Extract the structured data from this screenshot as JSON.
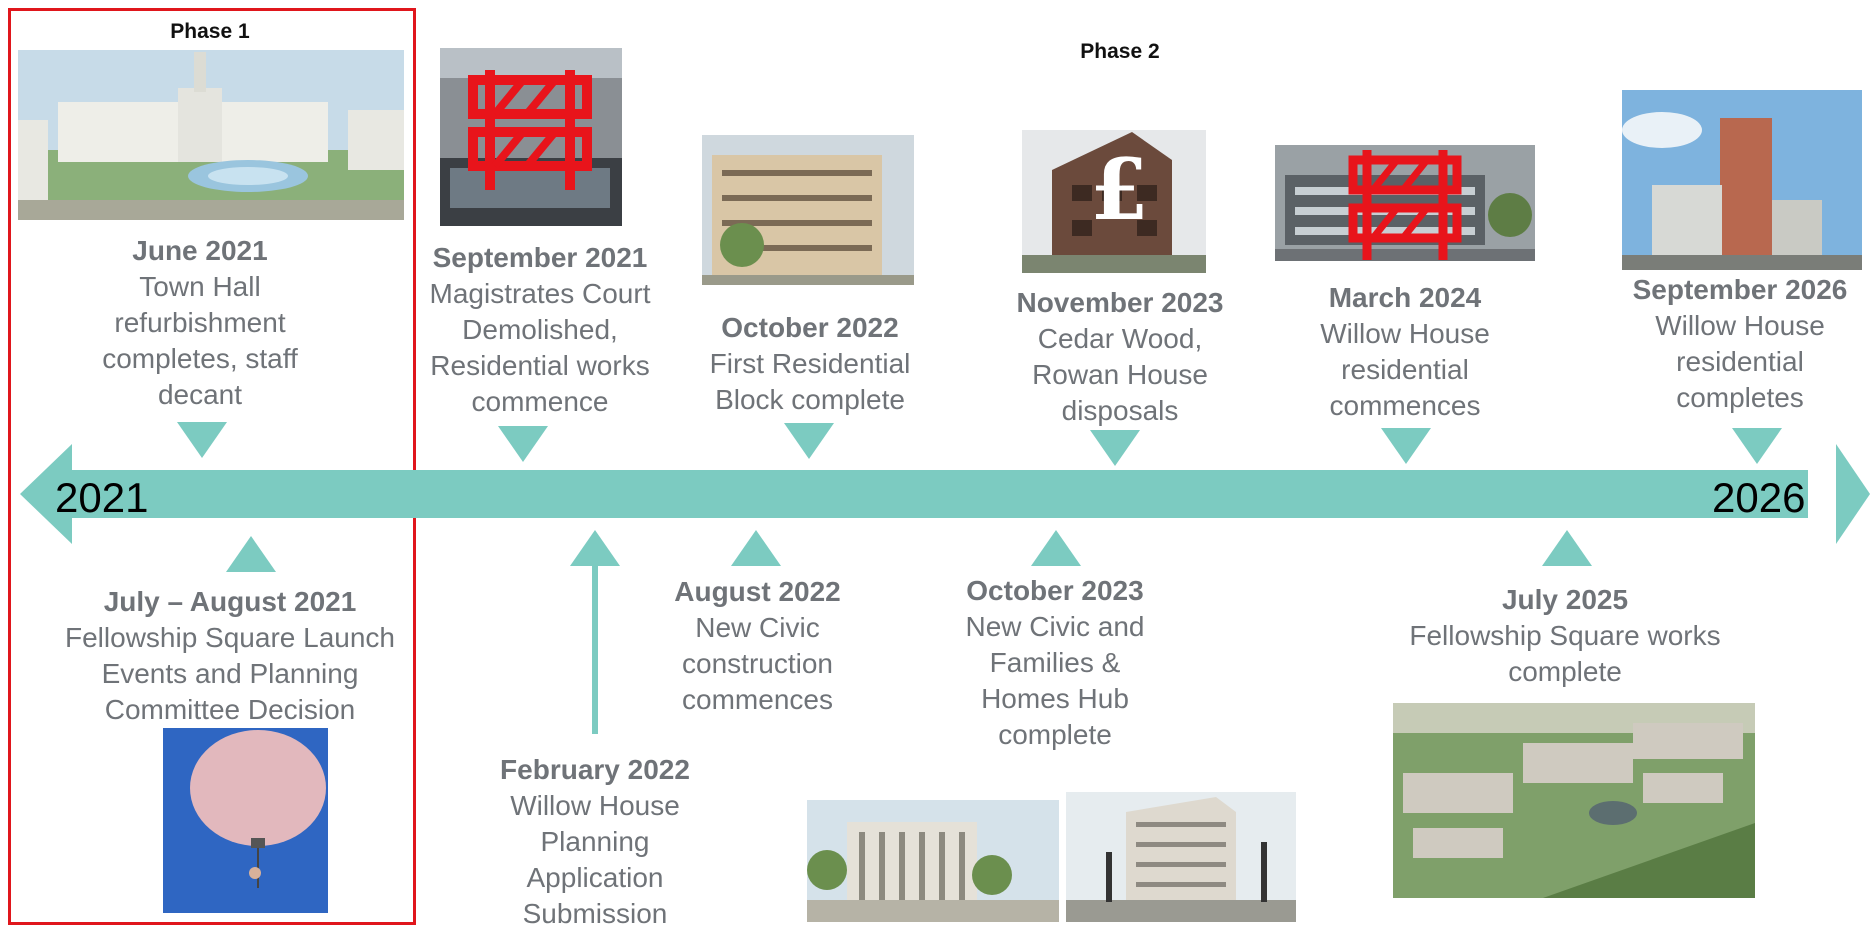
{
  "phases": {
    "phase1": "Phase 1",
    "phase2": "Phase 2"
  },
  "timeline": {
    "start_year": "2021",
    "end_year": "2026",
    "color": "#7ccbc1"
  },
  "events_above": [
    {
      "date": "June 2021",
      "text": "Town Hall\nrefurbishment\ncompletes, staff\ndecant"
    },
    {
      "date": "September 2021",
      "text": "Magistrates Court\nDemolished,\nResidential works\ncommence"
    },
    {
      "date": "October 2022",
      "text": "First Residential\nBlock complete"
    },
    {
      "date": "November 2023",
      "text": "Cedar Wood,\nRowan House\ndisposals"
    },
    {
      "date": "March 2024",
      "text": "Willow House\nresidential\ncommences"
    },
    {
      "date": "September 2026",
      "text": "Willow House\nresidential\ncompletes"
    }
  ],
  "events_below": [
    {
      "date": "July – August 2021",
      "text": "Fellowship Square Launch\nEvents and Planning\nCommittee Decision"
    },
    {
      "date": "February 2022",
      "text": "Willow House\nPlanning\nApplication\nSubmission"
    },
    {
      "date": "August 2022",
      "text": "New Civic\nconstruction\ncommences"
    },
    {
      "date": "October 2023",
      "text": "New Civic and\nFamilies &\nHomes Hub\ncomplete"
    },
    {
      "date": "July 2025",
      "text": "Fellowship Square works\ncomplete"
    }
  ],
  "icons": {
    "barrier": "roadblock-barrier-icon",
    "pound": "pound-sign-icon",
    "barrier_color": "#e8141b"
  },
  "pound_symbol": "£"
}
